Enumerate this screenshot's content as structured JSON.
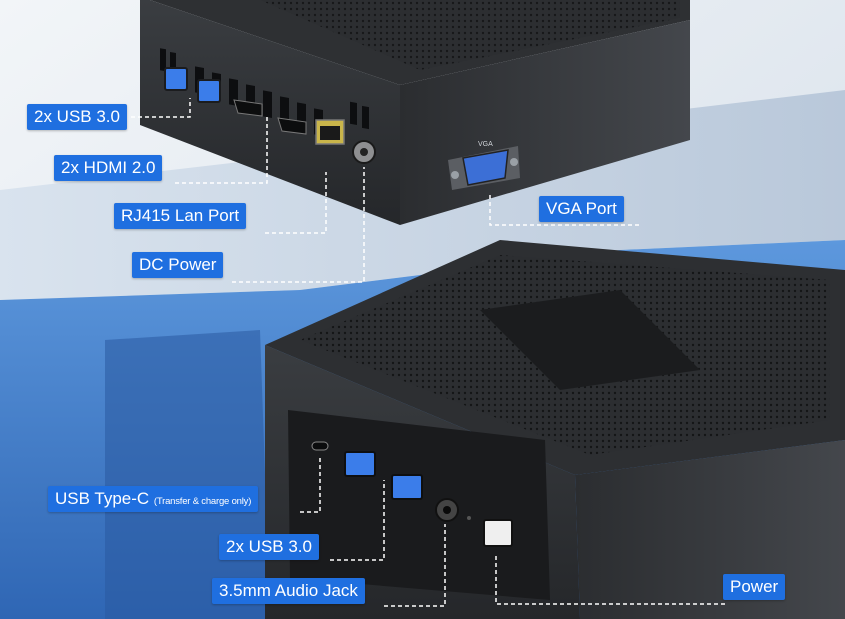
{
  "callouts": {
    "usb3_top": "2x USB 3.0",
    "hdmi": "2x HDMI 2.0",
    "lan": "RJ415 Lan Port",
    "dc_power": "DC Power",
    "vga": "VGA Port",
    "usb_c_main": "USB Type-C ",
    "usb_c_note": "(Transfer & charge only)",
    "usb3_bottom": "2x USB 3.0",
    "audio": "3.5mm Audio Jack",
    "power": "Power"
  },
  "port_labels": {
    "vga": "VGA"
  },
  "colors": {
    "callout_bg": "#1f6fe0",
    "callout_text": "#ffffff",
    "device_body": "#2e3033",
    "usb_blue": "#3b7dea",
    "platform_blue": "#3f7fd0"
  }
}
